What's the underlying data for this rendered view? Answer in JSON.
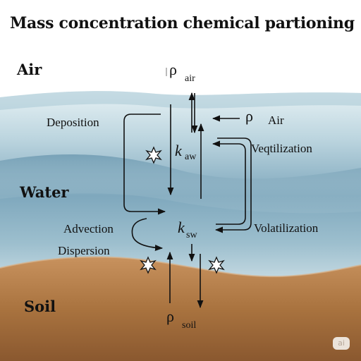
{
  "title": "Mass concentration chemical partioning",
  "zones": {
    "air": "Air",
    "water": "Water",
    "soil": "Soil"
  },
  "symbols": {
    "rho_air": {
      "glyph": "ρ",
      "subscript": "air"
    },
    "rho_air_inflow": {
      "glyph": "ρ",
      "label": "Air"
    },
    "k_aw": {
      "glyph": "k",
      "subscript": "aw"
    },
    "k_sw": {
      "glyph": "k",
      "subscript": "sw"
    },
    "rho_soil": {
      "glyph": "ρ",
      "subscript": "soil"
    }
  },
  "processes": {
    "deposition": "Deposition",
    "upper_volatilization": "Veqtilization",
    "advection": "Advection",
    "dispersion": "Dispersion",
    "lower_volatilization": "Volatilization"
  },
  "watermark": "ai",
  "colors": {
    "sky_top": "#ffffff",
    "water_light": "#d7e8ee",
    "water_mid": "#9fc0d0",
    "water_deep": "#5d8ea6",
    "soil_top": "#c08a58",
    "soil_bottom": "#8c5a34",
    "ink": "#111111"
  }
}
